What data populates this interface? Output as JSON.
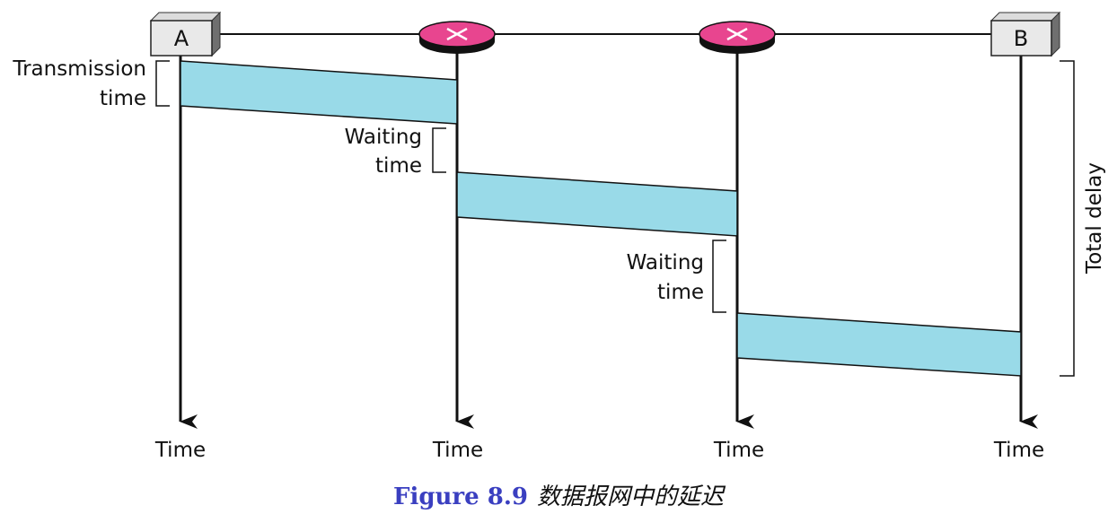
{
  "nodes": {
    "source": "A",
    "destination": "B"
  },
  "labels": {
    "transmission_line1": "Transmission",
    "transmission_line2": "time",
    "waiting1_line1": "Waiting",
    "waiting1_line2": "time",
    "waiting2_line1": "Waiting",
    "waiting2_line2": "time",
    "total_delay": "Total delay"
  },
  "time_axes": [
    "Time",
    "Time",
    "Time",
    "Time"
  ],
  "caption": {
    "number": "Figure 8.9",
    "text": "数据报网中的延迟"
  },
  "colors": {
    "packet_fill": "#99dae8",
    "router_fill": "#e8458f",
    "caption_number": "#3a3fc0"
  }
}
